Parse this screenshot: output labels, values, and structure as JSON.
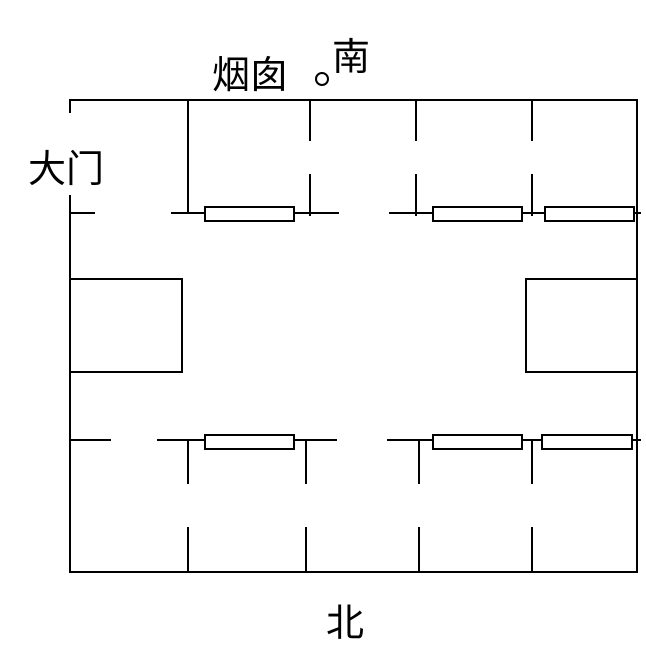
{
  "labels": {
    "chimney": "烟囱",
    "south": "南",
    "north": "北",
    "gate": "大门"
  }
}
